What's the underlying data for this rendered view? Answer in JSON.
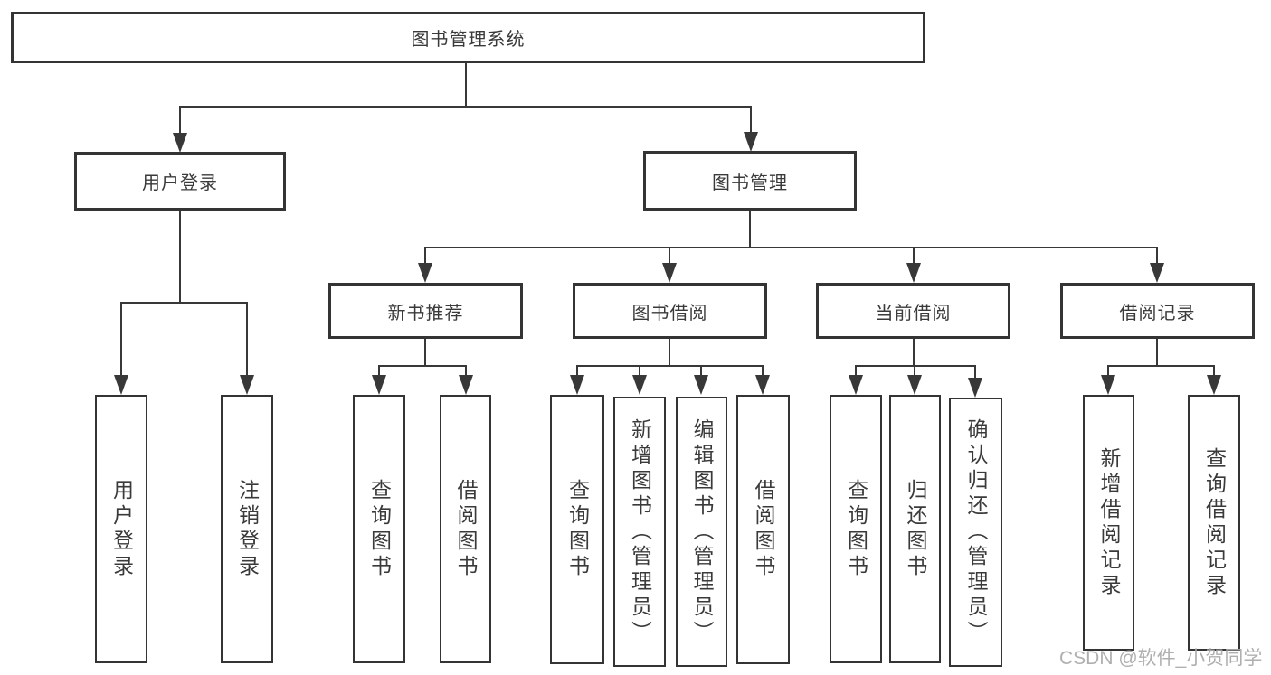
{
  "diagram": {
    "root": {
      "label": "图书管理系统"
    },
    "level2": [
      {
        "label": "用户登录"
      },
      {
        "label": "图书管理"
      }
    ],
    "level3": [
      {
        "label": "新书推荐"
      },
      {
        "label": "图书借阅"
      },
      {
        "label": "当前借阅"
      },
      {
        "label": "借阅记录"
      }
    ],
    "leaves": {
      "user_login": [
        "用户登录",
        "注销登录"
      ],
      "new_book_recommend": [
        "查询图书",
        "借阅图书"
      ],
      "book_borrow": [
        "查询图书",
        "新增图书（管理员）",
        "编辑图书（管理员）",
        "借阅图书"
      ],
      "current_borrow": [
        "查询图书",
        "归还图书",
        "确认归还（管理员）"
      ],
      "borrow_records": [
        "新增借阅记录",
        "查询借阅记录"
      ]
    },
    "colors": {
      "line": "#383838",
      "box_border": "#343434",
      "text": "#3a3a3a",
      "watermark": "#a8a8a8",
      "background": "#ffffff"
    }
  },
  "watermark": {
    "text": "CSDN @软件_小贺同学"
  }
}
